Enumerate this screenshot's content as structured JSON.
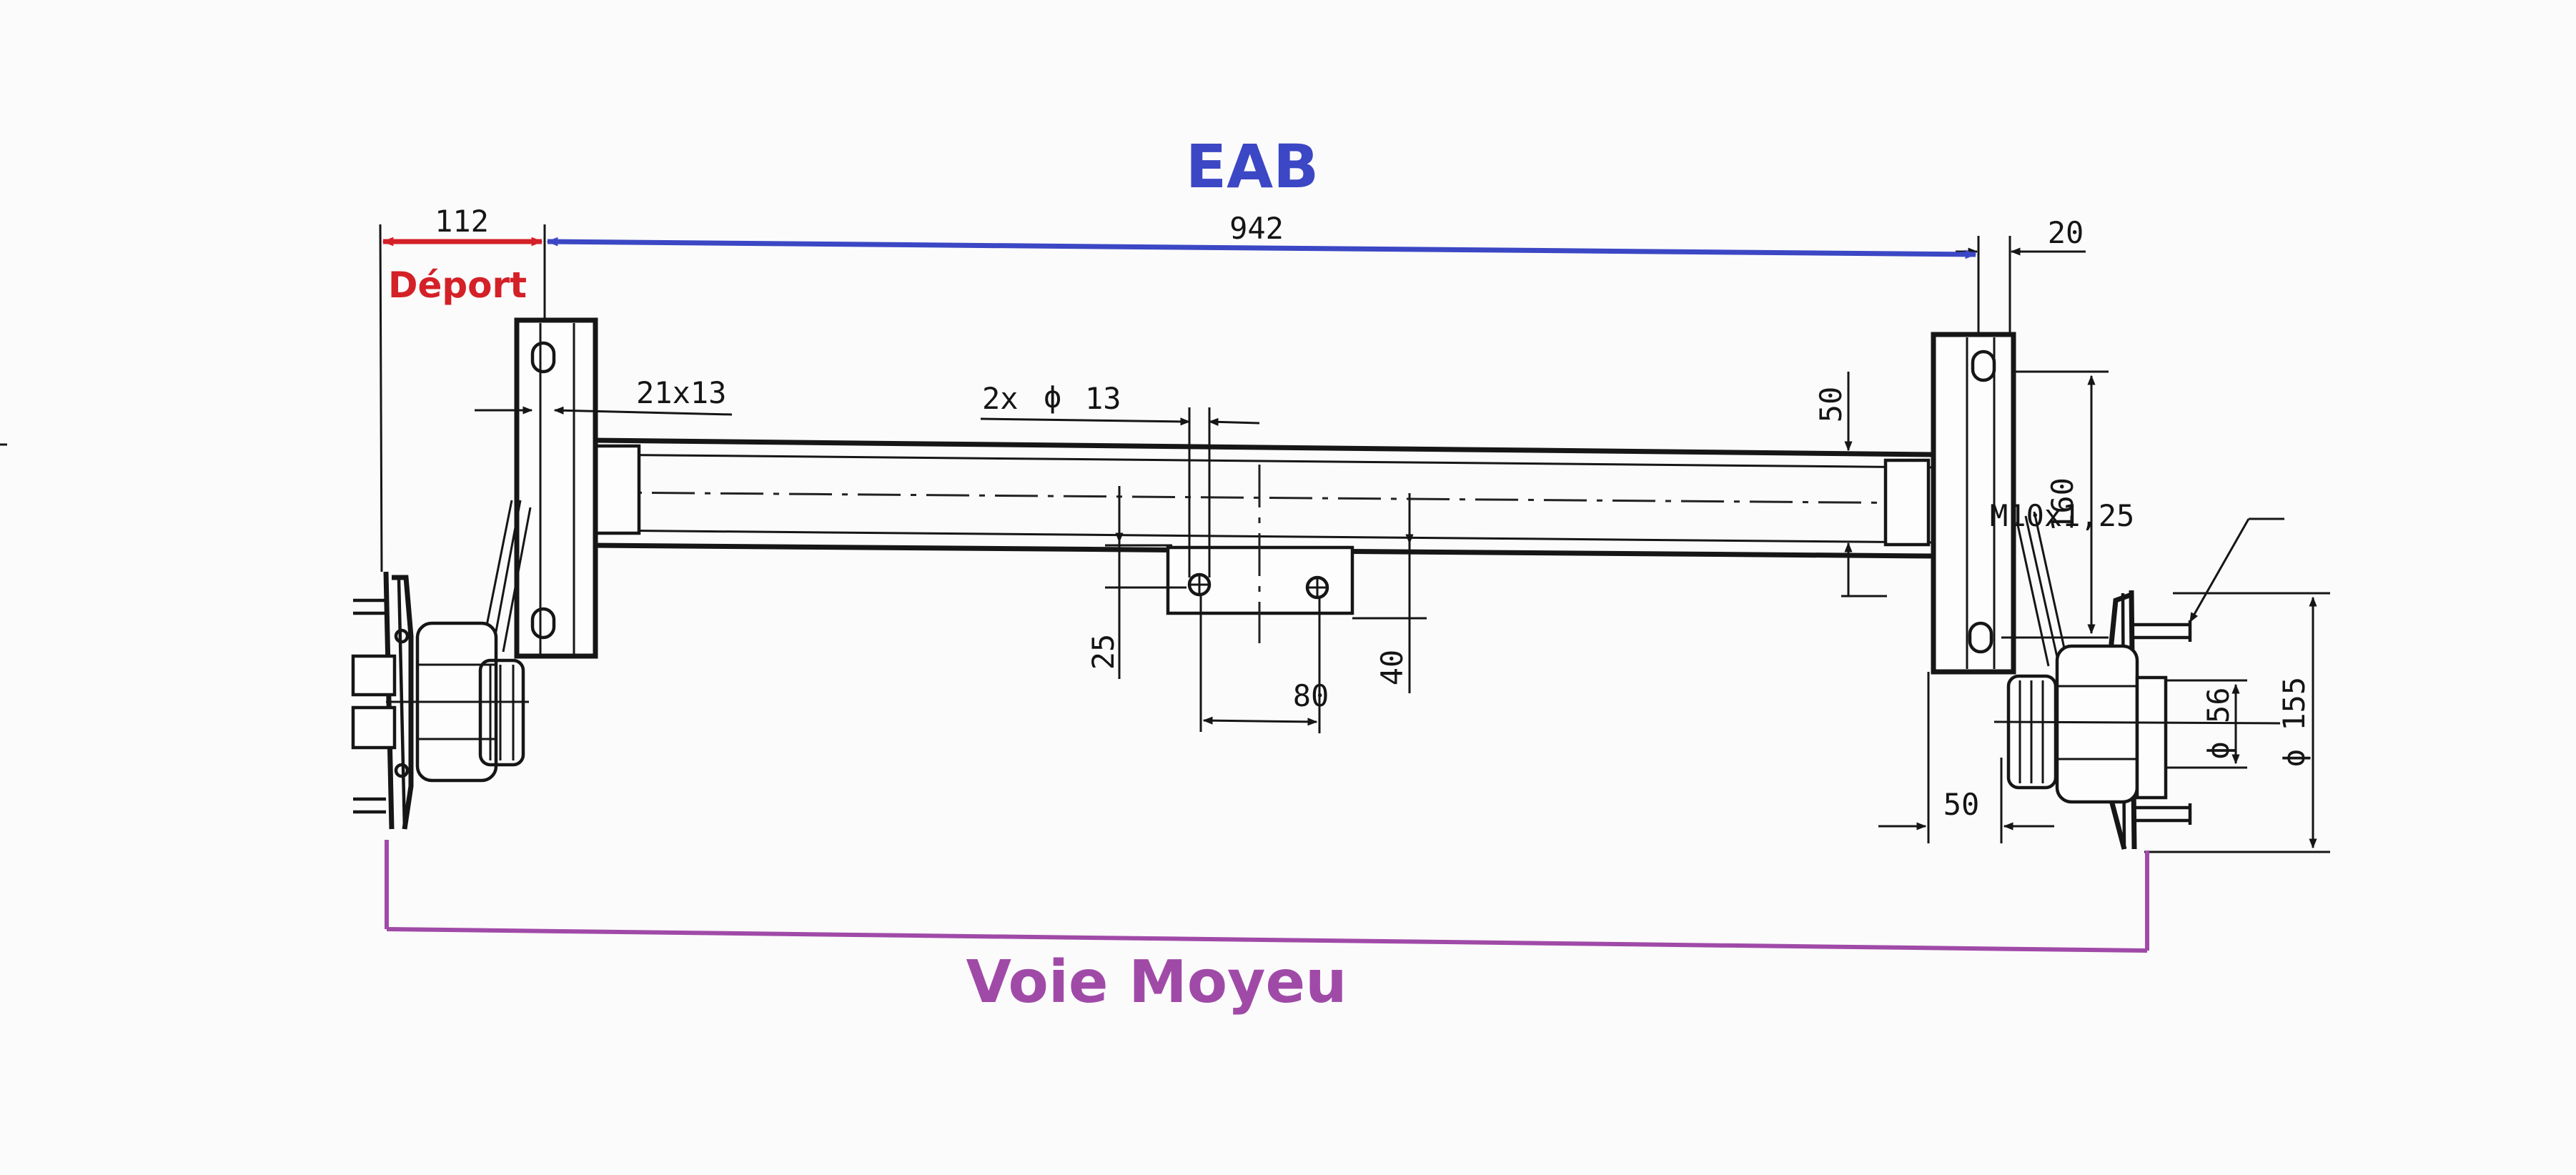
{
  "labels": {
    "eab": "EAB",
    "deport": "Déport",
    "voie_moyeu": "Voie Moyeu"
  },
  "dimensions": {
    "offset_112": "112",
    "span_942": "942",
    "dim_20": "20",
    "slot_21x13": "21x13",
    "holes_2x": "2x",
    "holes_phi": "ϕ",
    "holes_13": "13",
    "dim_50_top": "50",
    "dim_160": "160",
    "thread_m10": "M10x1,25",
    "dim_25": "25",
    "dim_40": "40",
    "dim_80": "80",
    "dim_50_bottom": "50",
    "phi_56": "ϕ 56",
    "phi_155": "ϕ 155"
  },
  "colors": {
    "eab": "#3b47c4",
    "deport": "#d42027",
    "voie_moyeu": "#a04aa8",
    "drawing": "#161616"
  }
}
